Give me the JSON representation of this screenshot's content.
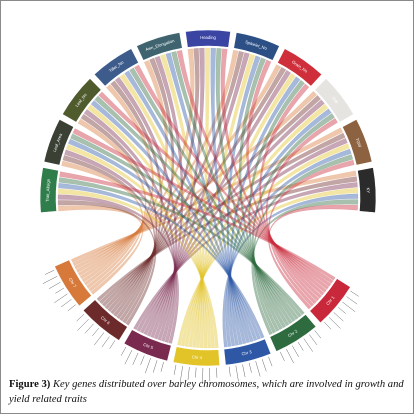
{
  "figure": {
    "caption_lead": "Figure 3)",
    "caption_text": "Key genes distributed over barley chromosomes, which are involved in growth and yield related traits"
  },
  "diagram": {
    "traits": [
      {
        "label": "Trait_Ailsign",
        "color": "#2f7d4a"
      },
      {
        "label": "Leaf_Area",
        "color": "#3a4034"
      },
      {
        "label": "Leaf_No",
        "color": "#4f5a2d"
      },
      {
        "label": "Tiller_No",
        "color": "#3d5c8c"
      },
      {
        "label": "Awn_Elongation",
        "color": "#3f6470"
      },
      {
        "label": "Heading",
        "color": "#3a45a3"
      },
      {
        "label": "Spikelet_No",
        "color": "#2c4f86"
      },
      {
        "label": "Grain_No",
        "color": "#cf2f3a"
      },
      {
        "label": "GW",
        "color": "#e6e4e0"
      },
      {
        "label": "TGW",
        "color": "#8c6240"
      },
      {
        "label": "KY",
        "color": "#2b2b2b"
      }
    ],
    "chromosomes": [
      {
        "label": "Chr 7",
        "color": "#d6793a"
      },
      {
        "label": "Chr 6",
        "color": "#6d2a2a"
      },
      {
        "label": "Chr 5",
        "color": "#7a2a4f"
      },
      {
        "label": "Chr 4",
        "color": "#e2c428"
      },
      {
        "label": "Chr 3",
        "color": "#2e58a6"
      },
      {
        "label": "Chr 2",
        "color": "#2e6b3f"
      },
      {
        "label": "Chr 1",
        "color": "#c9283a"
      }
    ]
  }
}
